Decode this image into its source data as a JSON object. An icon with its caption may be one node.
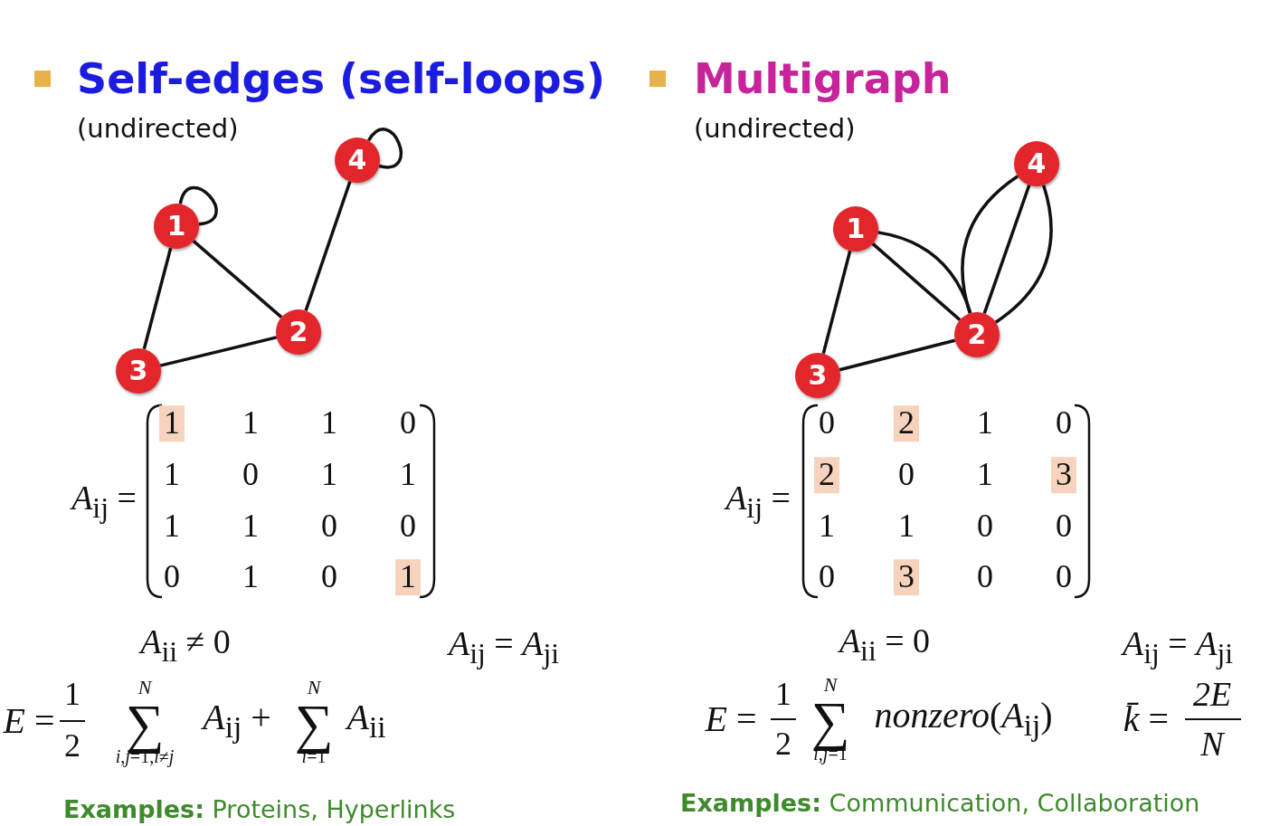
{
  "diagram": {
    "nodes": [
      {
        "text": [
          "1"
        ]
      },
      {
        "text": [
          "2"
        ]
      },
      {
        "text": [
          "3"
        ]
      },
      {
        "text": [
          "4"
        ]
      },
      {
        "text": [
          "1"
        ]
      },
      {
        "text": [
          "2"
        ]
      },
      {
        "text": [
          "3"
        ]
      },
      {
        "text": [
          "4"
        ]
      }
    ],
    "edges": [
      {
        "from": 0,
        "to": 0,
        "arrow": "none"
      },
      {
        "from": 3,
        "to": 3,
        "arrow": "none"
      },
      {
        "from": 0,
        "to": 1,
        "arrow": "none"
      },
      {
        "from": 0,
        "to": 2,
        "arrow": "none"
      },
      {
        "from": 2,
        "to": 1,
        "arrow": "none"
      },
      {
        "from": 1,
        "to": 3,
        "arrow": "none"
      },
      {
        "from": 4,
        "to": 6,
        "arrow": "none"
      },
      {
        "from": 4,
        "to": 5,
        "arrow": "none"
      },
      {
        "from": 4,
        "to": 5,
        "arrow": "none"
      },
      {
        "from": 6,
        "to": 5,
        "arrow": "none"
      },
      {
        "from": 5,
        "to": 7,
        "arrow": "none"
      },
      {
        "from": 5,
        "to": 7,
        "arrow": "none"
      },
      {
        "from": 5,
        "to": 7,
        "arrow": "none"
      }
    ],
    "labels": [
      "Self-edges (self-loops)",
      "(undirected)",
      "Multigraph",
      "(undirected)",
      "*A*$_{ij}$ =",
      "1",
      "1",
      "1",
      "0",
      "1",
      "0",
      "1",
      "1",
      "1",
      "1",
      "0",
      "0",
      "0",
      "1",
      "0",
      "1",
      "*A*$_{ij}$ =",
      "0",
      "2",
      "1",
      "0",
      "2",
      "0",
      "1",
      "3",
      "1",
      "1",
      "0",
      "0",
      "0",
      "3",
      "0",
      "0",
      "*A*$_{ii}$ ≠ 0",
      "*A*$_{ij}$ = *A*$_{ji}$",
      "*A*$_{ii}$ = 0",
      "*A*$_{ij}$ = *A*$_{ji}$",
      "*E* =",
      "1",
      "2",
      "N",
      "∑",
      "*i*,*j*=1,*i*≠*j*",
      "*A*$_{ij}$ +",
      "N",
      "∑",
      "*i*=1",
      "*A*$_{ii}$",
      "*E* =",
      "1",
      "2",
      "N",
      "∑",
      "*i*,*j*=1",
      "*nonzero*(*A*$_{ij}$)",
      "*k̄* =",
      "2E",
      "N",
      "**Examples:** Proteins, Hyperlinks",
      "**Examples:** Communication, Collaboration"
    ]
  }
}
